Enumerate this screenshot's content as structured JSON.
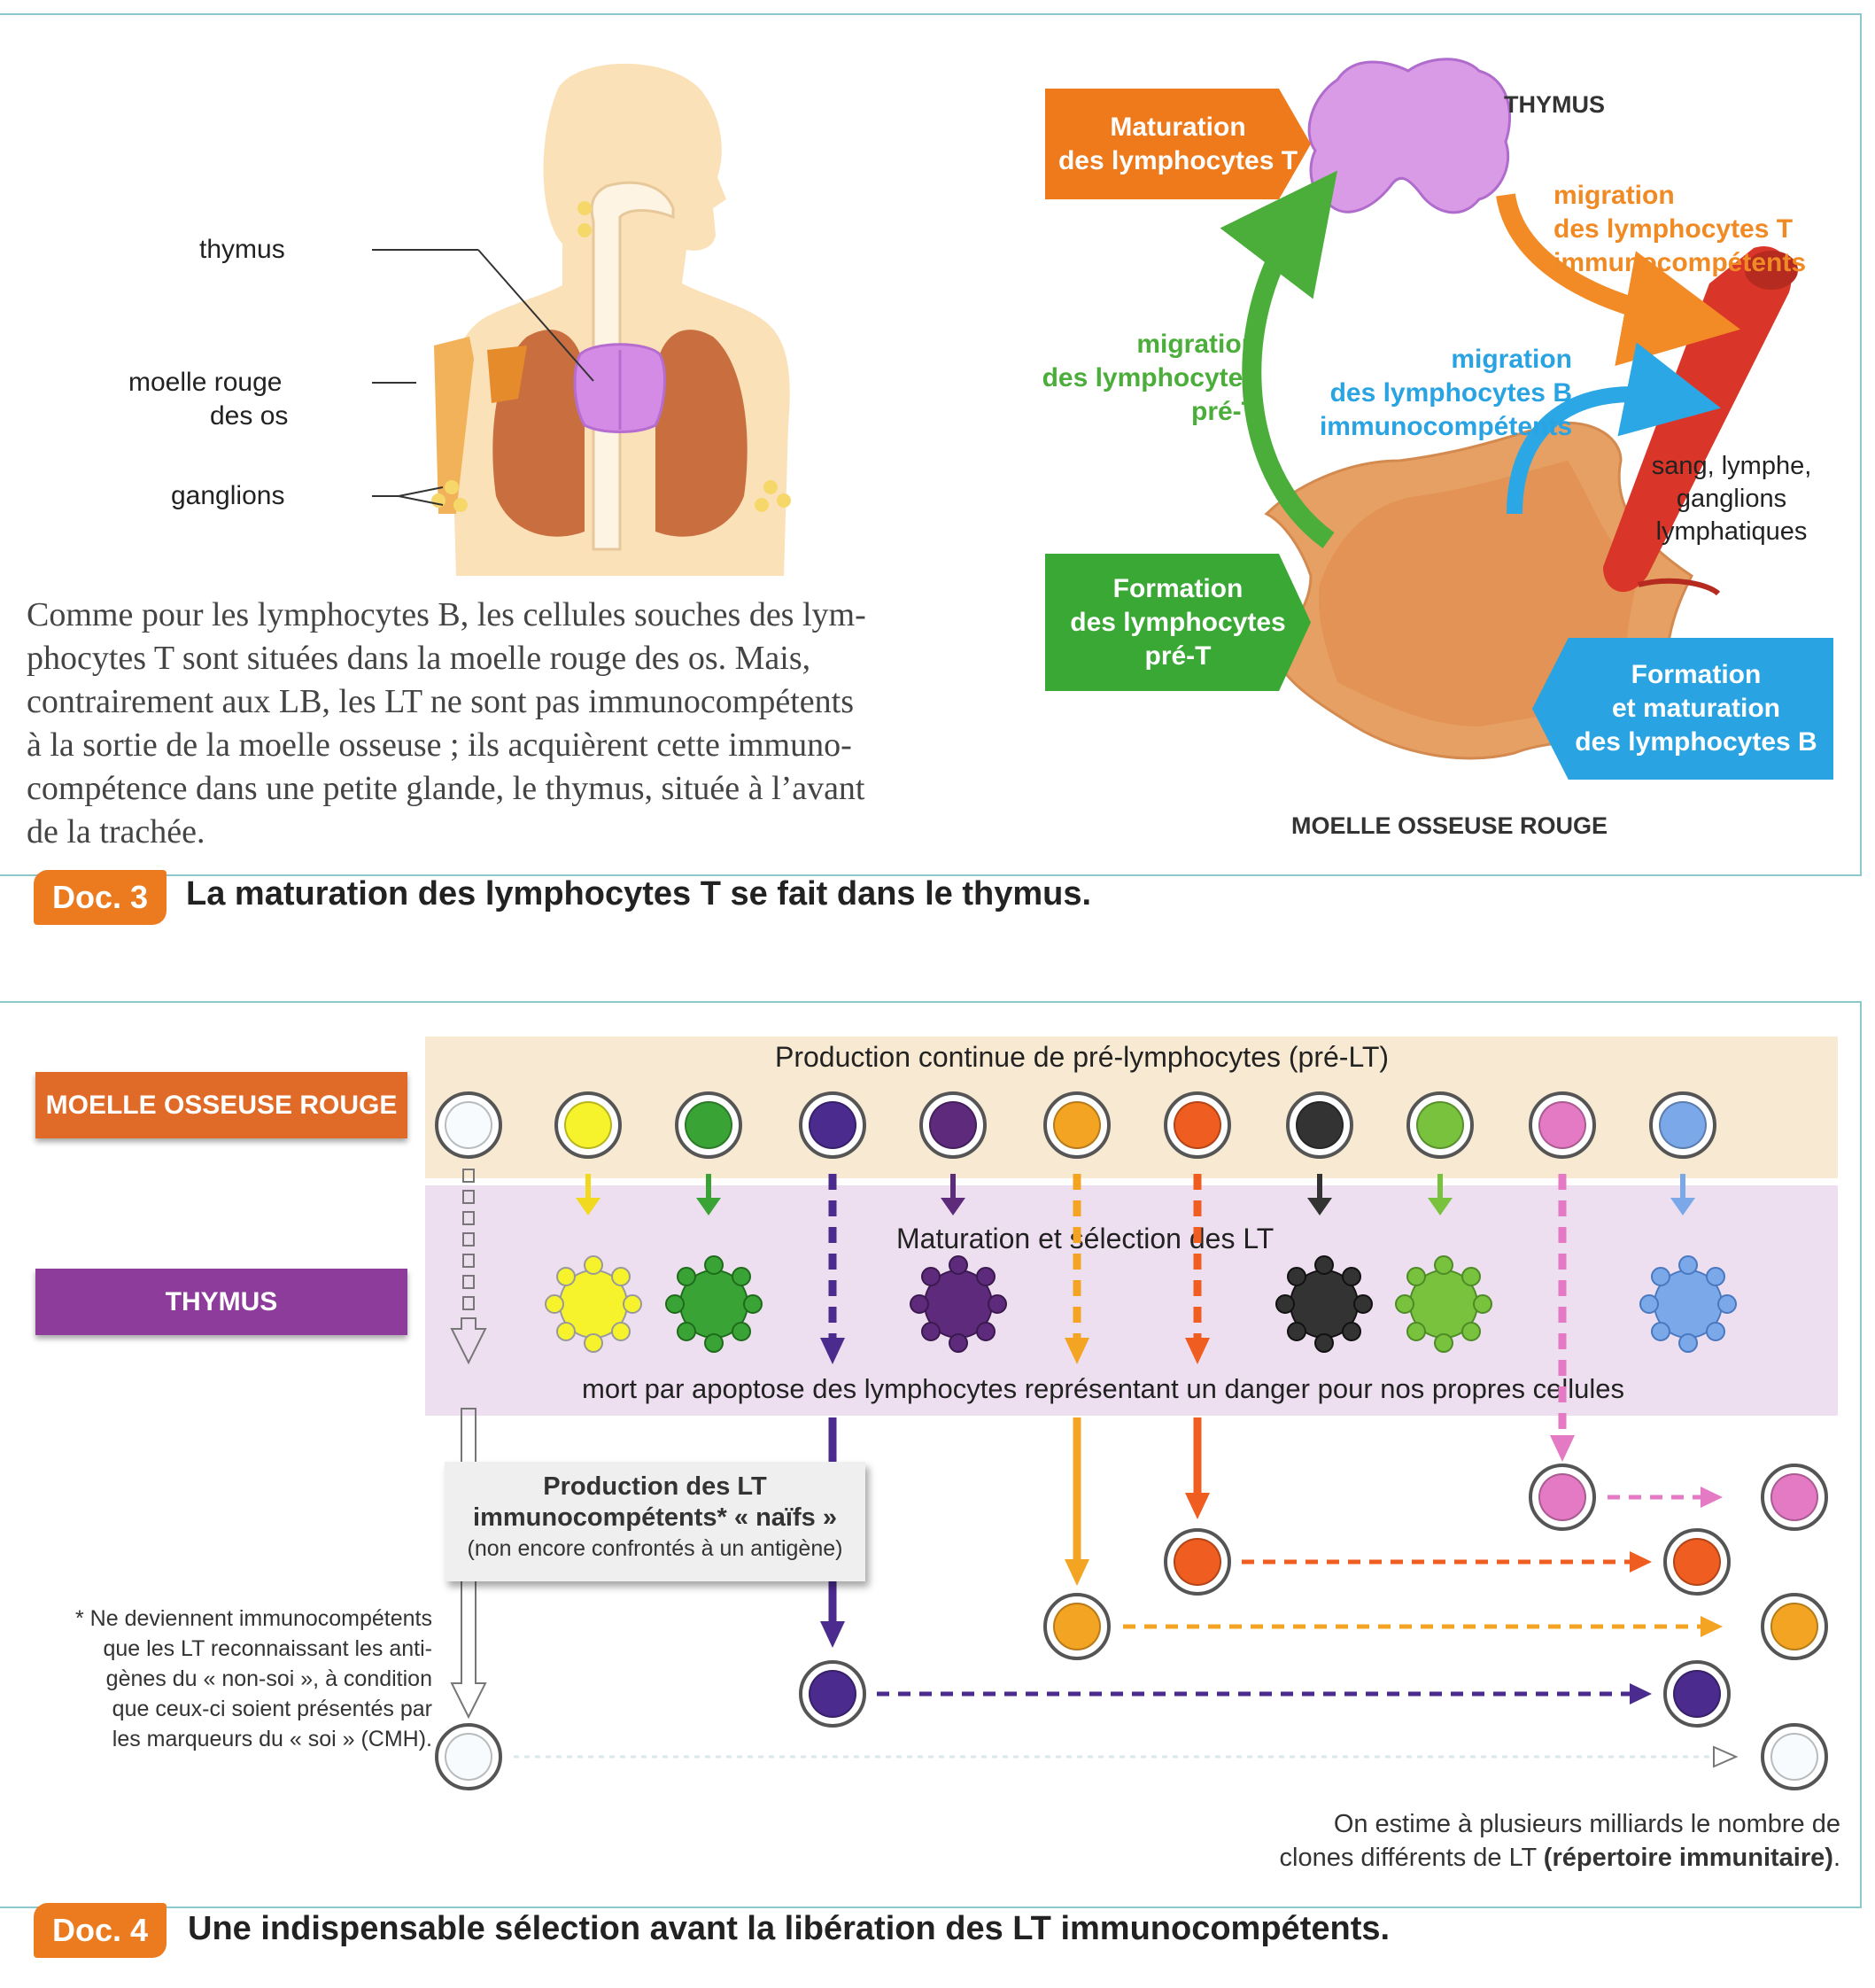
{
  "doc3": {
    "labels": {
      "thymus": "thymus",
      "moelle_line1": "moelle rouge",
      "moelle_line2": "des os",
      "ganglions": "ganglions"
    },
    "paragraph": [
      "Comme pour les lymphocytes B, les cellules souches des lym-",
      "phocytes T sont situées dans la moelle rouge des os. Mais,",
      "contrairement aux LB, les LT ne sont pas immunocompétents",
      "à la sortie de la moelle osseuse ; ils acquièrent cette immuno-",
      "compétence dans une petite glande, le thymus, située à l’avant",
      "de la trachée."
    ],
    "diagram": {
      "thymus_title": "THYMUS",
      "maturation_box": [
        "Maturation",
        "des lymphocytes T"
      ],
      "migration_t_immuno": [
        "migration",
        "des lymphocytes T",
        "immunocompétents"
      ],
      "migration_pre_t": [
        "migration",
        "des lymphocytes",
        "pré-T"
      ],
      "migration_b_immuno": [
        "migration",
        "des lymphocytes B",
        "immunocompétents"
      ],
      "sang": [
        "sang, lymphe,",
        "ganglions",
        "lymphatiques"
      ],
      "formation_pre_t": [
        "Formation",
        "des lymphocytes",
        "pré-T"
      ],
      "formation_b": [
        "Formation",
        "et maturation",
        "des lymphocytes B"
      ],
      "moelle_title": "MOELLE OSSEUSE ROUGE"
    },
    "tag": "Doc. 3",
    "title": "La maturation des lymphocytes T se fait dans le thymus."
  },
  "doc4": {
    "row_moelle": "MOELLE OSSEUSE ROUGE",
    "row_thymus": "THYMUS",
    "band_top": "Production continue de pré-lymphocytes (pré-LT)",
    "band_mid": "Maturation et sélection des LT",
    "apoptose": "mort par apoptose des lymphocytes représentant un danger pour nos propres cellules",
    "production_box": {
      "line1": "Production des LT",
      "line2": "immunocompétents* « naïfs »",
      "line3": "(non encore confrontés à un antigène)"
    },
    "footnote": [
      "* Ne deviennent immunocompétents",
      "que les LT reconnaissant les anti-",
      "gènes du « non-soi », à condition",
      "que ceux-ci soient présentés par",
      "les marqueurs du « soi » (CMH)."
    ],
    "estimate_line1": "On estime à plusieurs milliards le nombre de",
    "estimate_line2_a": "clones différents de LT ",
    "estimate_line2_b": "(répertoire immunitaire)",
    "estimate_line2_c": ".",
    "cell_colors": [
      "#f7fbfd",
      "#f6f22c",
      "#3aa335",
      "#4b2b8e",
      "#5e2a7c",
      "#f4a423",
      "#ef5d21",
      "#333333",
      "#78c23e",
      "#e57ac4",
      "#7aa8e8"
    ],
    "tag": "Doc. 4",
    "title": "Une indispensable sélection avant la libération des LT immunocompétents."
  }
}
